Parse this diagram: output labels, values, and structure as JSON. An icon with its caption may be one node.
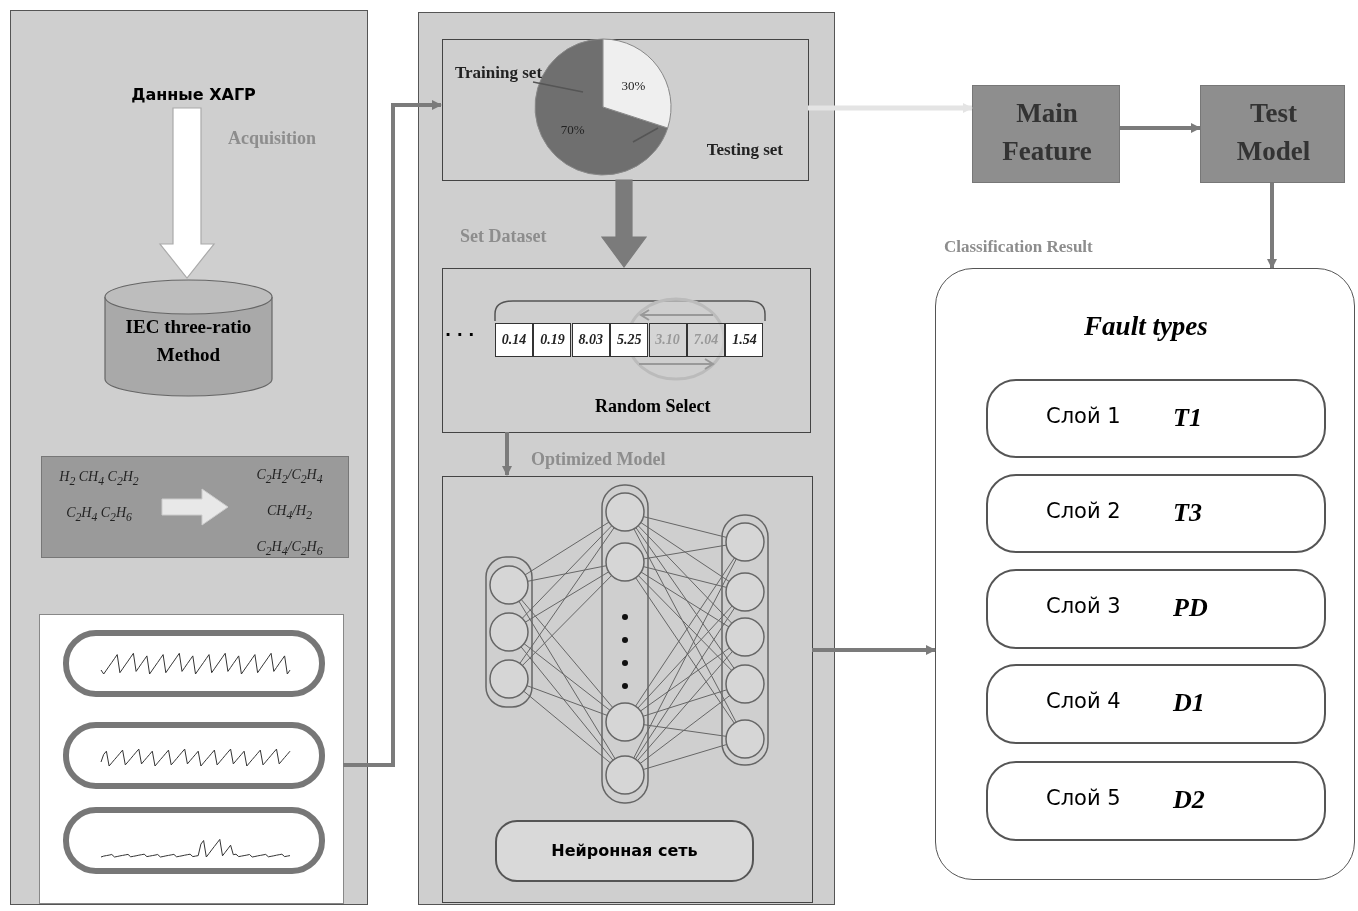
{
  "diagram": {
    "nodes": [
      {
        "text": [],
        "shape": "box"
      },
      {
        "text": [
          "Данные ХАГР"
        ],
        "in": 0
      },
      {
        "text": [
          "IEC three-ratio Method"
        ],
        "in": 0
      },
      {
        "text": [
          "H$_{2}$ CH$_{4}$ C$_{2}$H$_{2}$ C$_{2}$H$_{4}$ C$_{2}$H$_{6}$",
          "C$_{2}$H$_{2}$/C$_{2}$H$_{4}$ CH$_{4}$/H$_{2}$ C$_{2}$H$_{4}$/C$_{2}$H$_{6}$"
        ],
        "in": 0
      },
      {
        "text": [],
        "shape": "box",
        "in": 0
      },
      {
        "text": [],
        "shape": "box"
      },
      {
        "text": [],
        "shape": "box",
        "in": 5
      },
      {
        "text": [
          "Random Select"
        ],
        "in": 5
      },
      {
        "text": [
          "Optimized Model"
        ],
        "in": 5
      },
      {
        "text": [
          "Нейронная сеть"
        ],
        "in": 8
      },
      {
        "text": [
          "Main Feature"
        ]
      },
      {
        "text": [
          "Test Model"
        ]
      },
      {
        "text": [
          "Classification Result",
          "Fault types"
        ]
      },
      {
        "text": [
          "Слой 1",
          "T1"
        ],
        "in": 12
      },
      {
        "text": [
          "Слой 2",
          "T3"
        ],
        "in": 12
      },
      {
        "text": [
          "Слой 3",
          "PD"
        ],
        "in": 12
      },
      {
        "text": [
          "Слой 4",
          "D1"
        ],
        "in": 12
      },
      {
        "text": [
          "Слой 5",
          "D2"
        ],
        "in": 12
      }
    ],
    "edges": [
      {
        "from": 1,
        "to": 2,
        "arrow": "to",
        "label": "Acquisition",
        "style": "thick",
        "color": "#ffffff"
      },
      {
        "from": 4,
        "to": 6,
        "arrow": "to"
      },
      {
        "from": 6,
        "to": 7,
        "arrow": "to",
        "label": "Set Dataset",
        "style": "thick"
      },
      {
        "from": 7,
        "to": 8,
        "arrow": "to"
      },
      {
        "from": 6,
        "to": 10,
        "arrow": "to",
        "color": "#e4e4e4"
      },
      {
        "from": 10,
        "to": 11,
        "arrow": "to"
      },
      {
        "from": 11,
        "to": 12,
        "arrow": "to"
      },
      {
        "from": 8,
        "to": 12,
        "arrow": "to"
      }
    ],
    "labels": [
      "· · ·",
      "0.14",
      "0.19",
      "8.03",
      "5.25",
      "3.10",
      "7.04",
      "1.54"
    ],
    "chart_data": {
      "type": "pie",
      "categories": [
        "Training set",
        "Testing set"
      ],
      "values": [
        70,
        30
      ],
      "value_labels": [
        "70%",
        "30%"
      ]
    }
  }
}
